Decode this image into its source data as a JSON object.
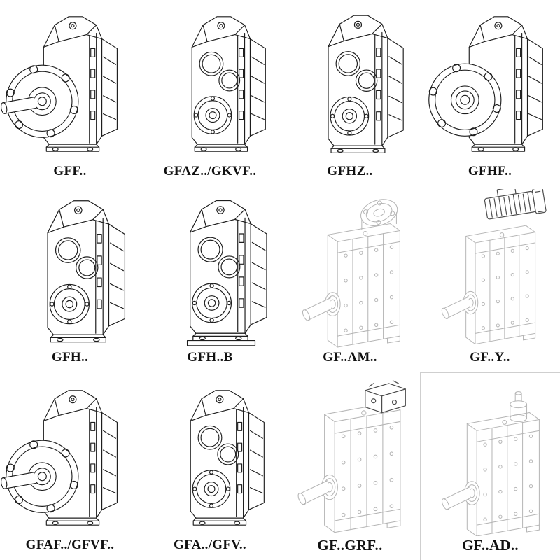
{
  "page": {
    "background": "#ffffff",
    "line_color": "#1d1d1d",
    "ghost_line_color": "#b4b4b4",
    "accent_line_color": "#4c4c4c"
  },
  "catalog": {
    "columns": 4,
    "rows": 3,
    "items": [
      {
        "label": "GFF..",
        "drawing": "flange-mounted-gearbox-solid-shaft"
      },
      {
        "label": "GFAZ../GKVF..",
        "drawing": "shaft-mounted-gearbox-hollow-shaft"
      },
      {
        "label": "GFHZ..",
        "drawing": "shaft-mounted-gearbox-hollow-shaft"
      },
      {
        "label": "GFHF..",
        "drawing": "flange-mounted-gearbox-hollow-shaft"
      },
      {
        "label": "GFH..",
        "drawing": "foot-mounted-gearbox-hollow-shaft"
      },
      {
        "label": "GFH..B",
        "drawing": "foot-mounted-gearbox-with-base-plate"
      },
      {
        "label": "GF..AM..",
        "drawing": "gearbox-with-motor-adapter-flange"
      },
      {
        "label": "GF..Y..",
        "drawing": "gearbox-with-mounted-motor"
      },
      {
        "label": "GFAF../GFVF..",
        "drawing": "flange-mounted-gearbox-solid-shaft"
      },
      {
        "label": "GFA../GFV..",
        "drawing": "shaft-mounted-gearbox-hollow-shaft"
      },
      {
        "label": "GF..GRF..",
        "drawing": "gearbox-with-input-adapter-box"
      },
      {
        "label": "GF..AD..",
        "drawing": "gearbox-with-input-shaft-adapter"
      }
    ]
  }
}
